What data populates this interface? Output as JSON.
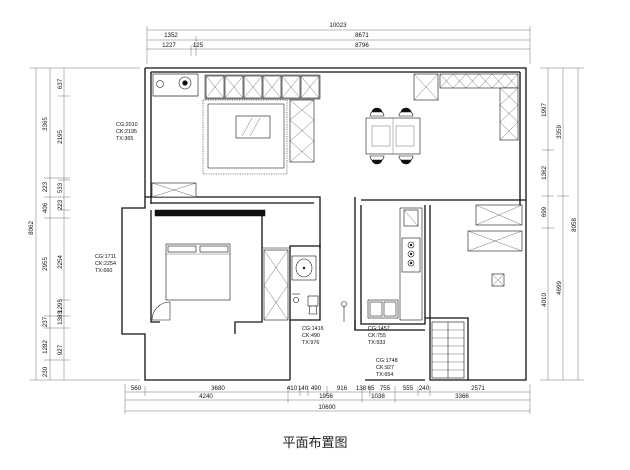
{
  "caption": "平面布置图",
  "top_dims": {
    "overall": "10023",
    "row2": [
      "1352",
      "8671"
    ],
    "row3": [
      "1227",
      "125",
      "8796"
    ]
  },
  "bottom_dims": {
    "row1": [
      "560",
      "3680",
      "410",
      "140",
      "490",
      "916",
      "138",
      "65",
      "755",
      "555",
      "240",
      "2571"
    ],
    "row2": [
      "4240",
      "1956",
      "1038",
      "3366"
    ],
    "overall": "10600"
  },
  "left_dims": {
    "overall": "8062",
    "outer": [
      "3365",
      "223",
      "406",
      "2955",
      "237",
      "1282",
      "230"
    ],
    "inner": [
      "637",
      "2195",
      "533",
      "223",
      "2254",
      "1383",
      "1295",
      "927"
    ]
  },
  "right_dims": {
    "overall": "8058",
    "outer": [
      "1997",
      "1362",
      "699",
      "4010"
    ],
    "inner": [
      "3359",
      "4699"
    ]
  },
  "notes": {
    "living": [
      "CG:2010",
      "CK:2195",
      "TX:365"
    ],
    "bedroom": [
      "CG:1711",
      "CK:2254",
      "TX:660"
    ],
    "bath": [
      "CG:1416",
      "CK:490",
      "TX:976"
    ],
    "kitchen": [
      "CG:1457",
      "CK:755",
      "TX:933"
    ],
    "stair": [
      "CG:1748",
      "CK:927",
      "TX:654"
    ]
  }
}
